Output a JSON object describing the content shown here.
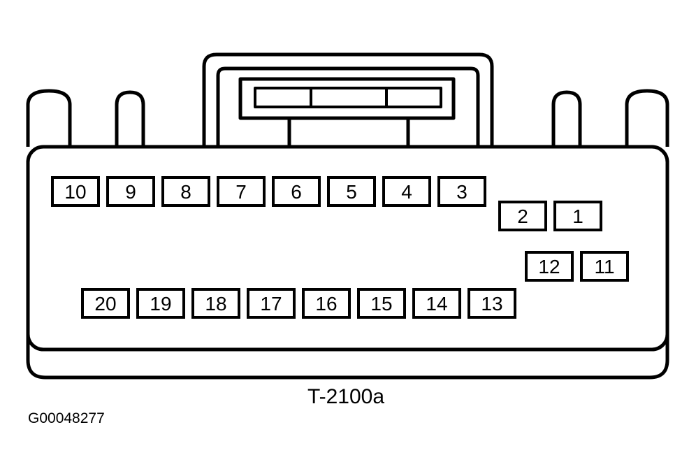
{
  "diagram": {
    "connector_label": "T-2100a",
    "figure_id": "G00048277",
    "stroke_color": "#000000",
    "fill_color": "#ffffff"
  },
  "pins": {
    "top_row": [
      "10",
      "9",
      "8",
      "7",
      "6",
      "5",
      "4",
      "3"
    ],
    "top_right": [
      "2",
      "1"
    ],
    "mid_right": [
      "12",
      "11"
    ],
    "bottom_row": [
      "20",
      "19",
      "18",
      "17",
      "16",
      "15",
      "14",
      "13"
    ]
  }
}
